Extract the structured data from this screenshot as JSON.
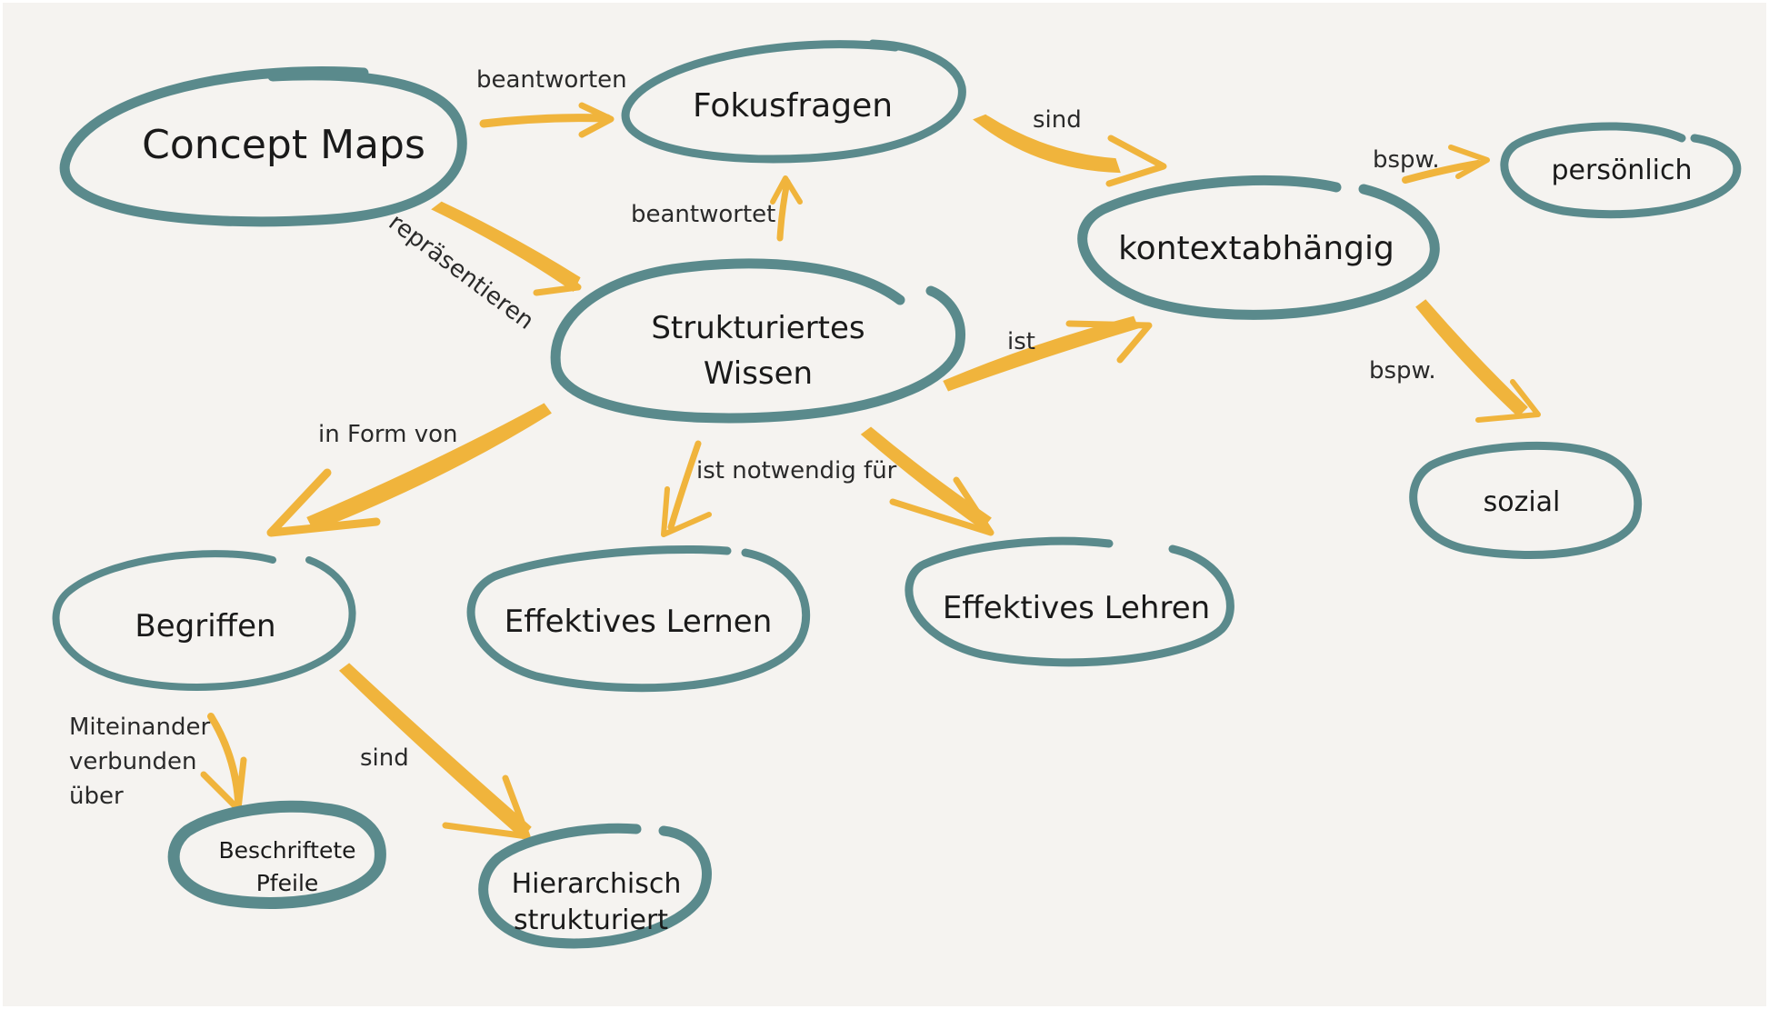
{
  "colors": {
    "background": "#f5f3f0",
    "node_stroke": "#5a8a8c",
    "arrow": "#f0b43c",
    "text": "#1a1a1a"
  },
  "nodes": {
    "concept_maps": "Concept Maps",
    "fokusfragen": "Fokusfragen",
    "strukturiertes_wissen_1": "Strukturiertes",
    "strukturiertes_wissen_2": "Wissen",
    "kontextabhaengig": "kontextabhängig",
    "persoenlich": "persönlich",
    "sozial": "sozial",
    "begriffen": "Begriffen",
    "effektives_lernen": "Effektives Lernen",
    "effektives_lehren": "Effektives Lehren",
    "beschriftete_pfeile_1": "Beschriftete",
    "beschriftete_pfeile_2": "Pfeile",
    "hierarchisch_1": "Hierarchisch",
    "hierarchisch_2": "strukturiert"
  },
  "edges": {
    "beantworten": "beantworten",
    "beantwortet": "beantwortet",
    "sind_top": "sind",
    "repraesentieren": "repräsentieren",
    "ist": "ist",
    "bspw_top": "bspw.",
    "bspw_bottom": "bspw.",
    "in_form_von": "in Form von",
    "ist_notwendig_fuer": "ist notwendig für",
    "miteinander_1": "Miteinander",
    "miteinander_2": "verbunden",
    "miteinander_3": "über",
    "sind_bottom": "sind"
  }
}
